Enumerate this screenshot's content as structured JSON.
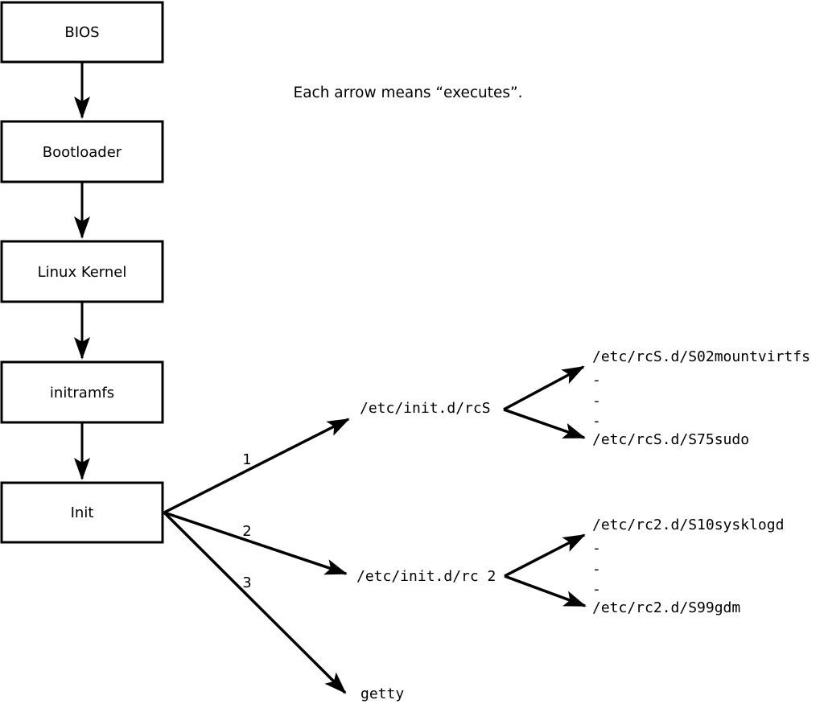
{
  "note": "Each arrow means “executes”.",
  "chain": [
    {
      "label": "BIOS"
    },
    {
      "label": "Bootloader"
    },
    {
      "label": "Linux Kernel"
    },
    {
      "label": "initramfs"
    },
    {
      "label": "Init"
    }
  ],
  "branches": [
    {
      "number": "1",
      "target": "/etc/init.d/rcS"
    },
    {
      "number": "2",
      "target": "/etc/init.d/rc 2"
    },
    {
      "number": "3",
      "target": "getty"
    }
  ],
  "rcS_scripts": {
    "first": "/etc/rcS.d/S02mountvirtfs",
    "dash1": "-",
    "dash2": "-",
    "dash3": "-",
    "last": "/etc/rcS.d/S75sudo"
  },
  "rc2_scripts": {
    "first": "/etc/rc2.d/S10sysklogd",
    "dash1": "-",
    "dash2": "-",
    "dash3": "-",
    "last": "/etc/rc2.d/S99gdm"
  },
  "colors": {
    "line": "#000000",
    "box_fill": "#ffffff",
    "background": "#ffffff"
  }
}
